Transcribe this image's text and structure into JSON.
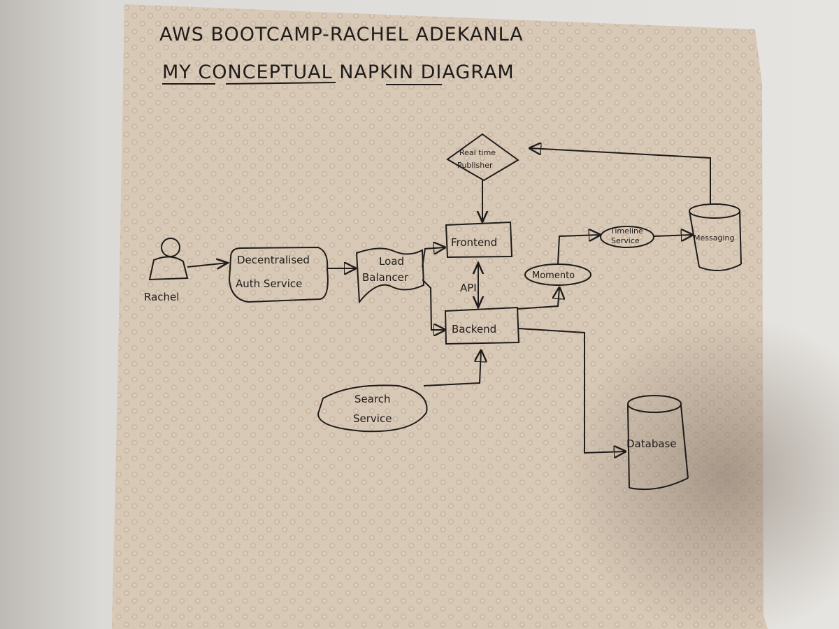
{
  "title": {
    "line1": "AWS BOOTCAMP-RACHEL ADEKANLA",
    "line2": "MY CONCEPTUAL NAPKIN DIAGRAM"
  },
  "nodes": {
    "user": "Rachel",
    "auth": [
      "Decentralised",
      "Auth Service"
    ],
    "load_balancer": [
      "Load",
      "Balancer"
    ],
    "frontend": "Frontend",
    "backend": "Backend",
    "realtime": [
      "Real time",
      "Publisher"
    ],
    "momento": "Momento",
    "timeline": [
      "Timeline",
      "Service"
    ],
    "messaging": "Messaging",
    "search": [
      "Search",
      "Service"
    ],
    "database": "Database"
  },
  "edges": {
    "api": "API"
  },
  "colors": {
    "napkin": "#d7c6b3",
    "ink": "#1f1c1a"
  }
}
